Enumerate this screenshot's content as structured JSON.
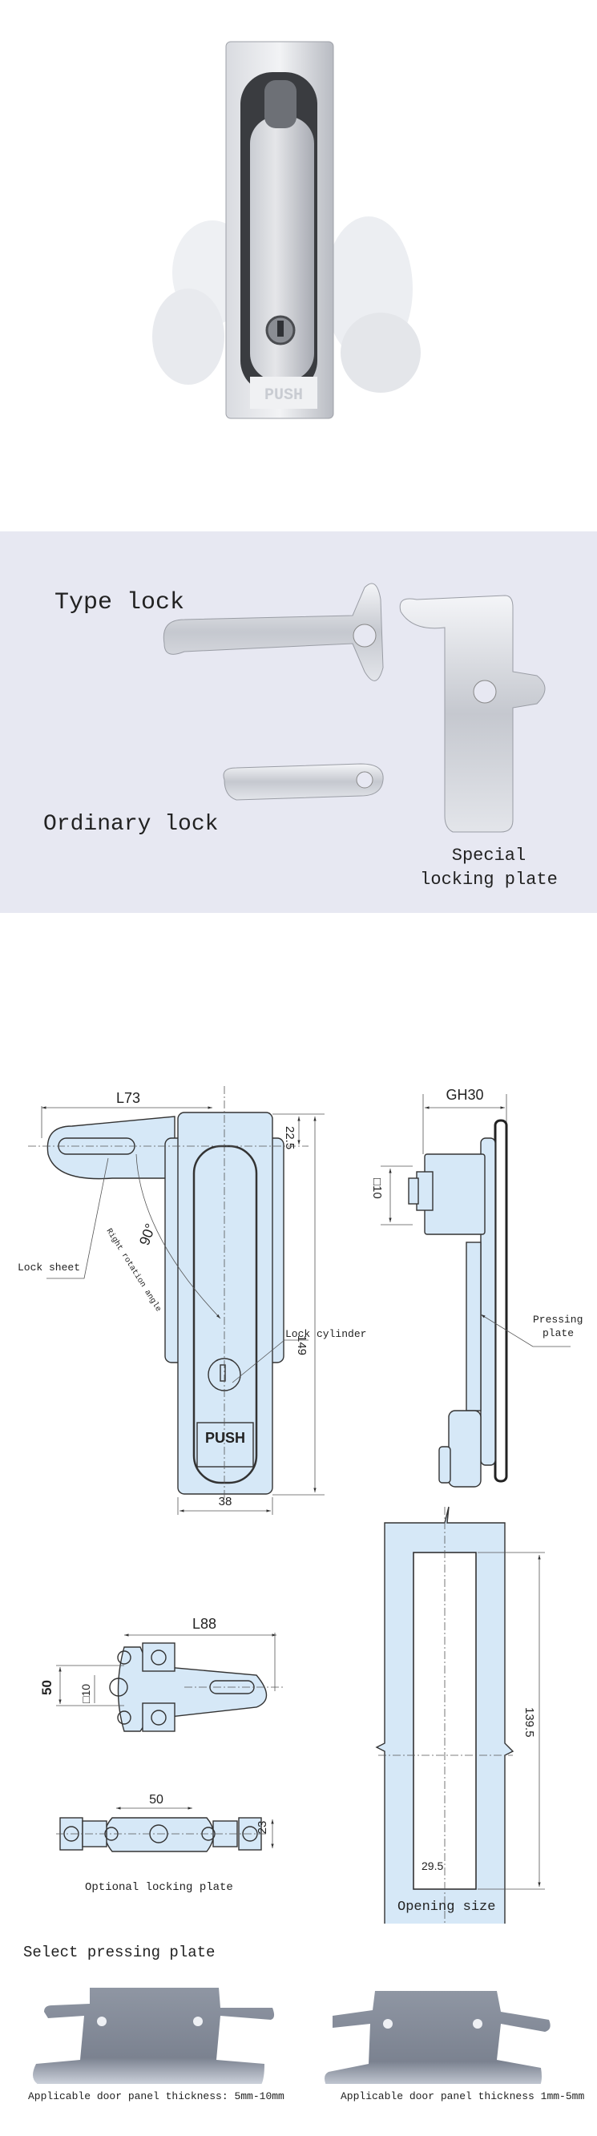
{
  "product_photo": {
    "push_text": "PUSH"
  },
  "lock_types": {
    "type_lock": "Type lock",
    "ordinary_lock": "Ordinary lock",
    "special_plate_line1": "Special",
    "special_plate_line2": "locking plate"
  },
  "drawing_front": {
    "width_label": "L73",
    "top_offset": "22.5",
    "height": "149",
    "body_width": "38",
    "angle": "90°",
    "rotation_note": "Right rotation angle",
    "lock_sheet": "Lock sheet",
    "lock_cylinder": "Lock cylinder",
    "push_text": "PUSH"
  },
  "drawing_side": {
    "depth_label": "GH30",
    "square_label": "□10",
    "pressing_plate_line1": "Pressing",
    "pressing_plate_line2": "plate"
  },
  "opening": {
    "height": "139.5",
    "width": "29.5",
    "caption": "Opening size"
  },
  "locking_plate": {
    "length": "L88",
    "spacing": "50",
    "square": "□10"
  },
  "optional_plate": {
    "spacing": "50",
    "height": "23",
    "caption": "Optional locking plate"
  },
  "pressing_plates": {
    "title": "Select pressing plate",
    "items": [
      {
        "caption": "Applicable door panel thickness: 5mm-10mm"
      },
      {
        "caption": "Applicable door panel thickness 1mm-5mm"
      }
    ]
  },
  "colors": {
    "drawing_fill": "#d6e8f7",
    "photo_background": "#e7e8f2",
    "metal": "#b9bcc4"
  }
}
